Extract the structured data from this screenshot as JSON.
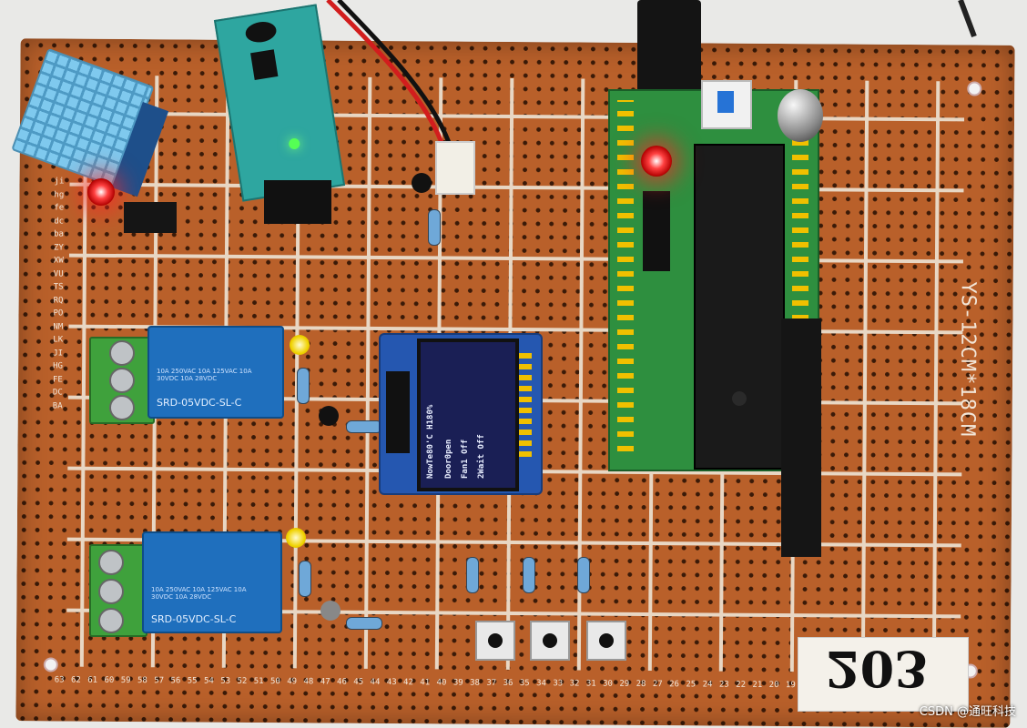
{
  "board": {
    "size_label": "YS-12CM*18CM",
    "row_letters": "jihgfedcbaZYXWVUTSRQPONMLKJIHGFEDCBA",
    "column_numbers": "63 62 61 60 59 58 57 56 55 54 53 52 51 50 49 48 47 46 45 44 43 42 41 40 39 38 37 36 35 34 33 32 31 30 29 28 27 26 25 24 23 22 21 20 19 18 17 16 15 14 13"
  },
  "relays": [
    {
      "text": "SRD-05VDC-SL-C",
      "rating": "10A 250VAC 10A 125VAC 10A 30VDC 10A 28VDC"
    },
    {
      "text": "SRD-05VDC-SL-C",
      "rating": "10A 250VAC 10A 125VAC 10A 30VDC 10A 28VDC"
    }
  ],
  "oled": {
    "lines": [
      "NowTe80'C H180%",
      "Door0pen",
      "Fan1 Off",
      "2Wait Off"
    ]
  },
  "note": {
    "handwritten": "203"
  },
  "watermark": "CSDN @通旺科技",
  "colors": {
    "pcb": "#b9602a",
    "relay": "#1f6fbd",
    "terminal": "#3fa13c",
    "mcu": "#2e8f3f",
    "led_red": "#ff4040"
  },
  "icons": [
    "dht11-sensor-icon",
    "relay-icon",
    "oled-display-icon",
    "microcontroller-icon",
    "push-button-icon",
    "led-icon",
    "resistor-icon",
    "capacitor-icon",
    "dc-jack-icon"
  ]
}
